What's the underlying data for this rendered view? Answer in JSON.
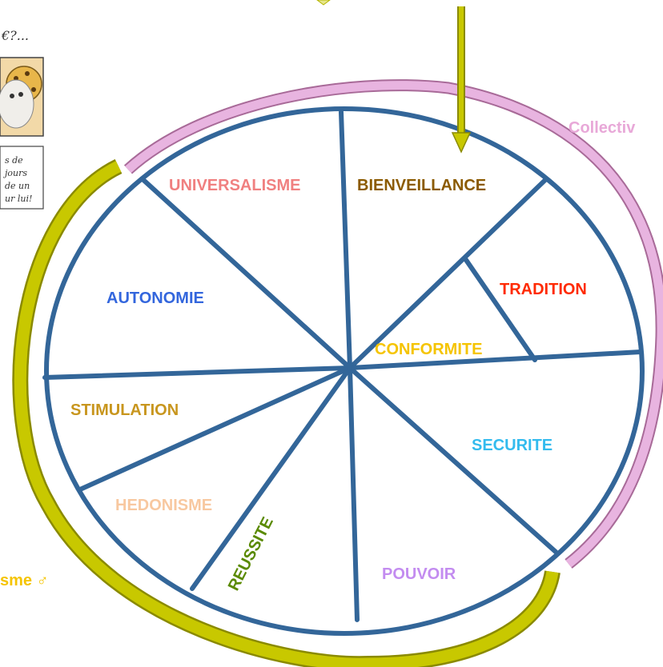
{
  "diagram": {
    "segments": [
      {
        "label": "UNIVERSALISME",
        "color": "#f08080"
      },
      {
        "label": "BIENVEILLANCE",
        "color": "#8b5a00"
      },
      {
        "label": "TRADITION",
        "color": "#ff2a00"
      },
      {
        "label": "CONFORMITE",
        "color": "#f5c400"
      },
      {
        "label": "SECURITE",
        "color": "#33bbee"
      },
      {
        "label": "POUVOIR",
        "color": "#c38cf0"
      },
      {
        "label": "REUSSITE",
        "color": "#5a8a00"
      },
      {
        "label": "HEDONISME",
        "color": "#f8c8a0"
      },
      {
        "label": "STIMULATION",
        "color": "#c8961e"
      },
      {
        "label": "AUTONOMIE",
        "color": "#3366dd"
      }
    ],
    "side_labels": {
      "collectivisme": {
        "text": "Collectiv",
        "color": "#e8a8d8"
      },
      "individualisme": {
        "text": "sme ♂",
        "color": "#f5c400"
      }
    },
    "comic_fragment": {
      "top_text": "€?...",
      "note_lines": [
        "s de",
        "jours",
        "de un",
        "ur lui!"
      ]
    },
    "colors": {
      "circle": "#336699",
      "arc_individual": "#c8c800",
      "arc_collective": "#e8b4e0",
      "arrow": "#b4b400"
    }
  }
}
